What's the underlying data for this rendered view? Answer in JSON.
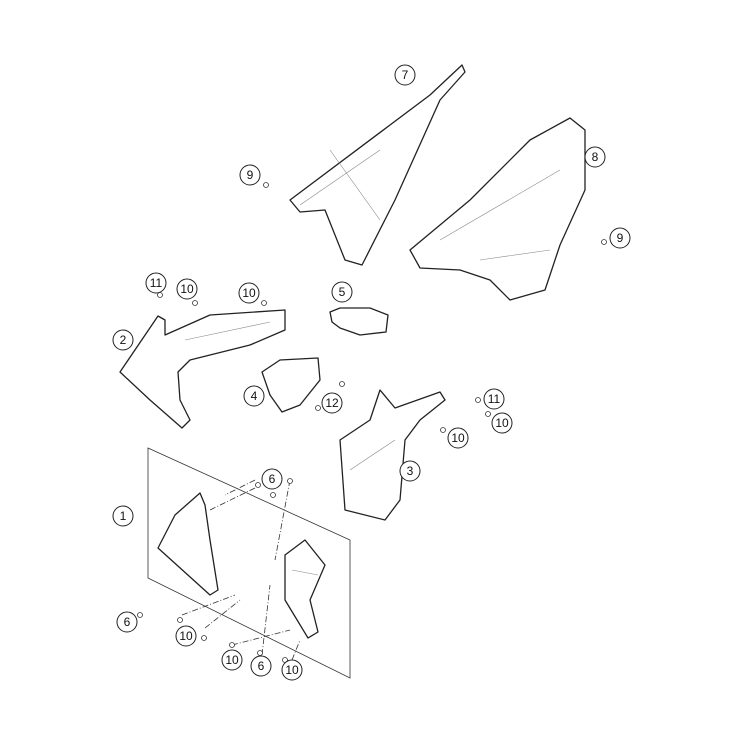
{
  "diagram": {
    "type": "exploded parts diagram",
    "callouts": [
      "7",
      "9",
      "8",
      "9",
      "11",
      "10",
      "10",
      "5",
      "2",
      "4",
      "12",
      "11",
      "10",
      "10",
      "3",
      "6",
      "1",
      "6",
      "10",
      "10",
      "6",
      "10"
    ]
  }
}
